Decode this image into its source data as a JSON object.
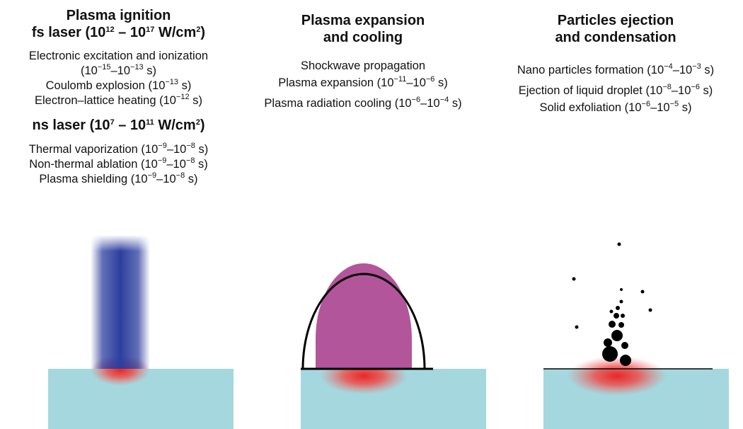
{
  "stage1": {
    "title": "Plasma ignition",
    "fs_header": {
      "pre": "fs laser (10",
      "e1": "12",
      "mid": " – 10",
      "e2": "17",
      "unit": " W/cm",
      "e3": "2",
      "post": ")"
    },
    "fs_items": [
      {
        "l1": "Electronic excitation and ionization",
        "l2_pre": "(10",
        "e1": "−15",
        "mid": "–10",
        "e2": "−13",
        "post": " s)"
      },
      {
        "pre": "Coulomb explosion (10",
        "e1": "−13",
        "post": " s)"
      },
      {
        "pre": "Electron–lattice heating (10",
        "e1": "−12",
        "post": " s)"
      }
    ],
    "ns_header": {
      "pre": "ns laser (10",
      "e1": "7",
      "mid": " – 10",
      "e2": "11",
      "unit": " W/cm",
      "e3": "2",
      "post": ")"
    },
    "ns_items": [
      {
        "pre": "Thermal vaporization (10",
        "e1": "−9",
        "mid": "–10",
        "e2": "−8",
        "post": " s)"
      },
      {
        "pre": "Non-thermal ablation (10",
        "e1": "−9",
        "mid": "–10",
        "e2": "−8",
        "post": " s)"
      },
      {
        "pre": "Plasma shielding (10",
        "e1": "−9",
        "mid": "–10",
        "e2": "−8",
        "post": " s)"
      }
    ]
  },
  "stage2": {
    "title_l1": "Plasma expansion",
    "title_l2": "and cooling",
    "items": [
      {
        "pre": "Shockwave propagation"
      },
      {
        "pre": "Plasma expansion (10",
        "e1": "−11",
        "mid": "–10",
        "e2": "−6",
        "post": " s)"
      },
      {
        "pre": "Plasma radiation cooling (10",
        "e1": "−6",
        "mid": "–10",
        "e2": "−4",
        "post": " s)"
      }
    ]
  },
  "stage3": {
    "title_l1": "Particles ejection",
    "title_l2": "and condensation",
    "items": [
      {
        "pre": "Nano particles formation (10",
        "e1": "−4",
        "mid": "–10",
        "e2": "−3",
        "post": " s)"
      },
      {
        "pre": "Ejection of liquid droplet (10",
        "e1": "−8",
        "mid": "–10",
        "e2": "−6",
        "post": " s)"
      },
      {
        "pre": "Solid exfoliation (10",
        "e1": "−6",
        "mid": "–10",
        "e2": "−5",
        "post": " s)"
      }
    ]
  },
  "colors": {
    "substrate": "#a4d8de",
    "laser": "#2d3f9e",
    "hot_zone": "#e8262a",
    "plasma": "#b3559b",
    "shockwave": "#000000",
    "particles": "#000000"
  },
  "icons": [
    "laser-beam-icon",
    "plasma-plume-icon",
    "shockwave-icon",
    "particle-icon"
  ]
}
